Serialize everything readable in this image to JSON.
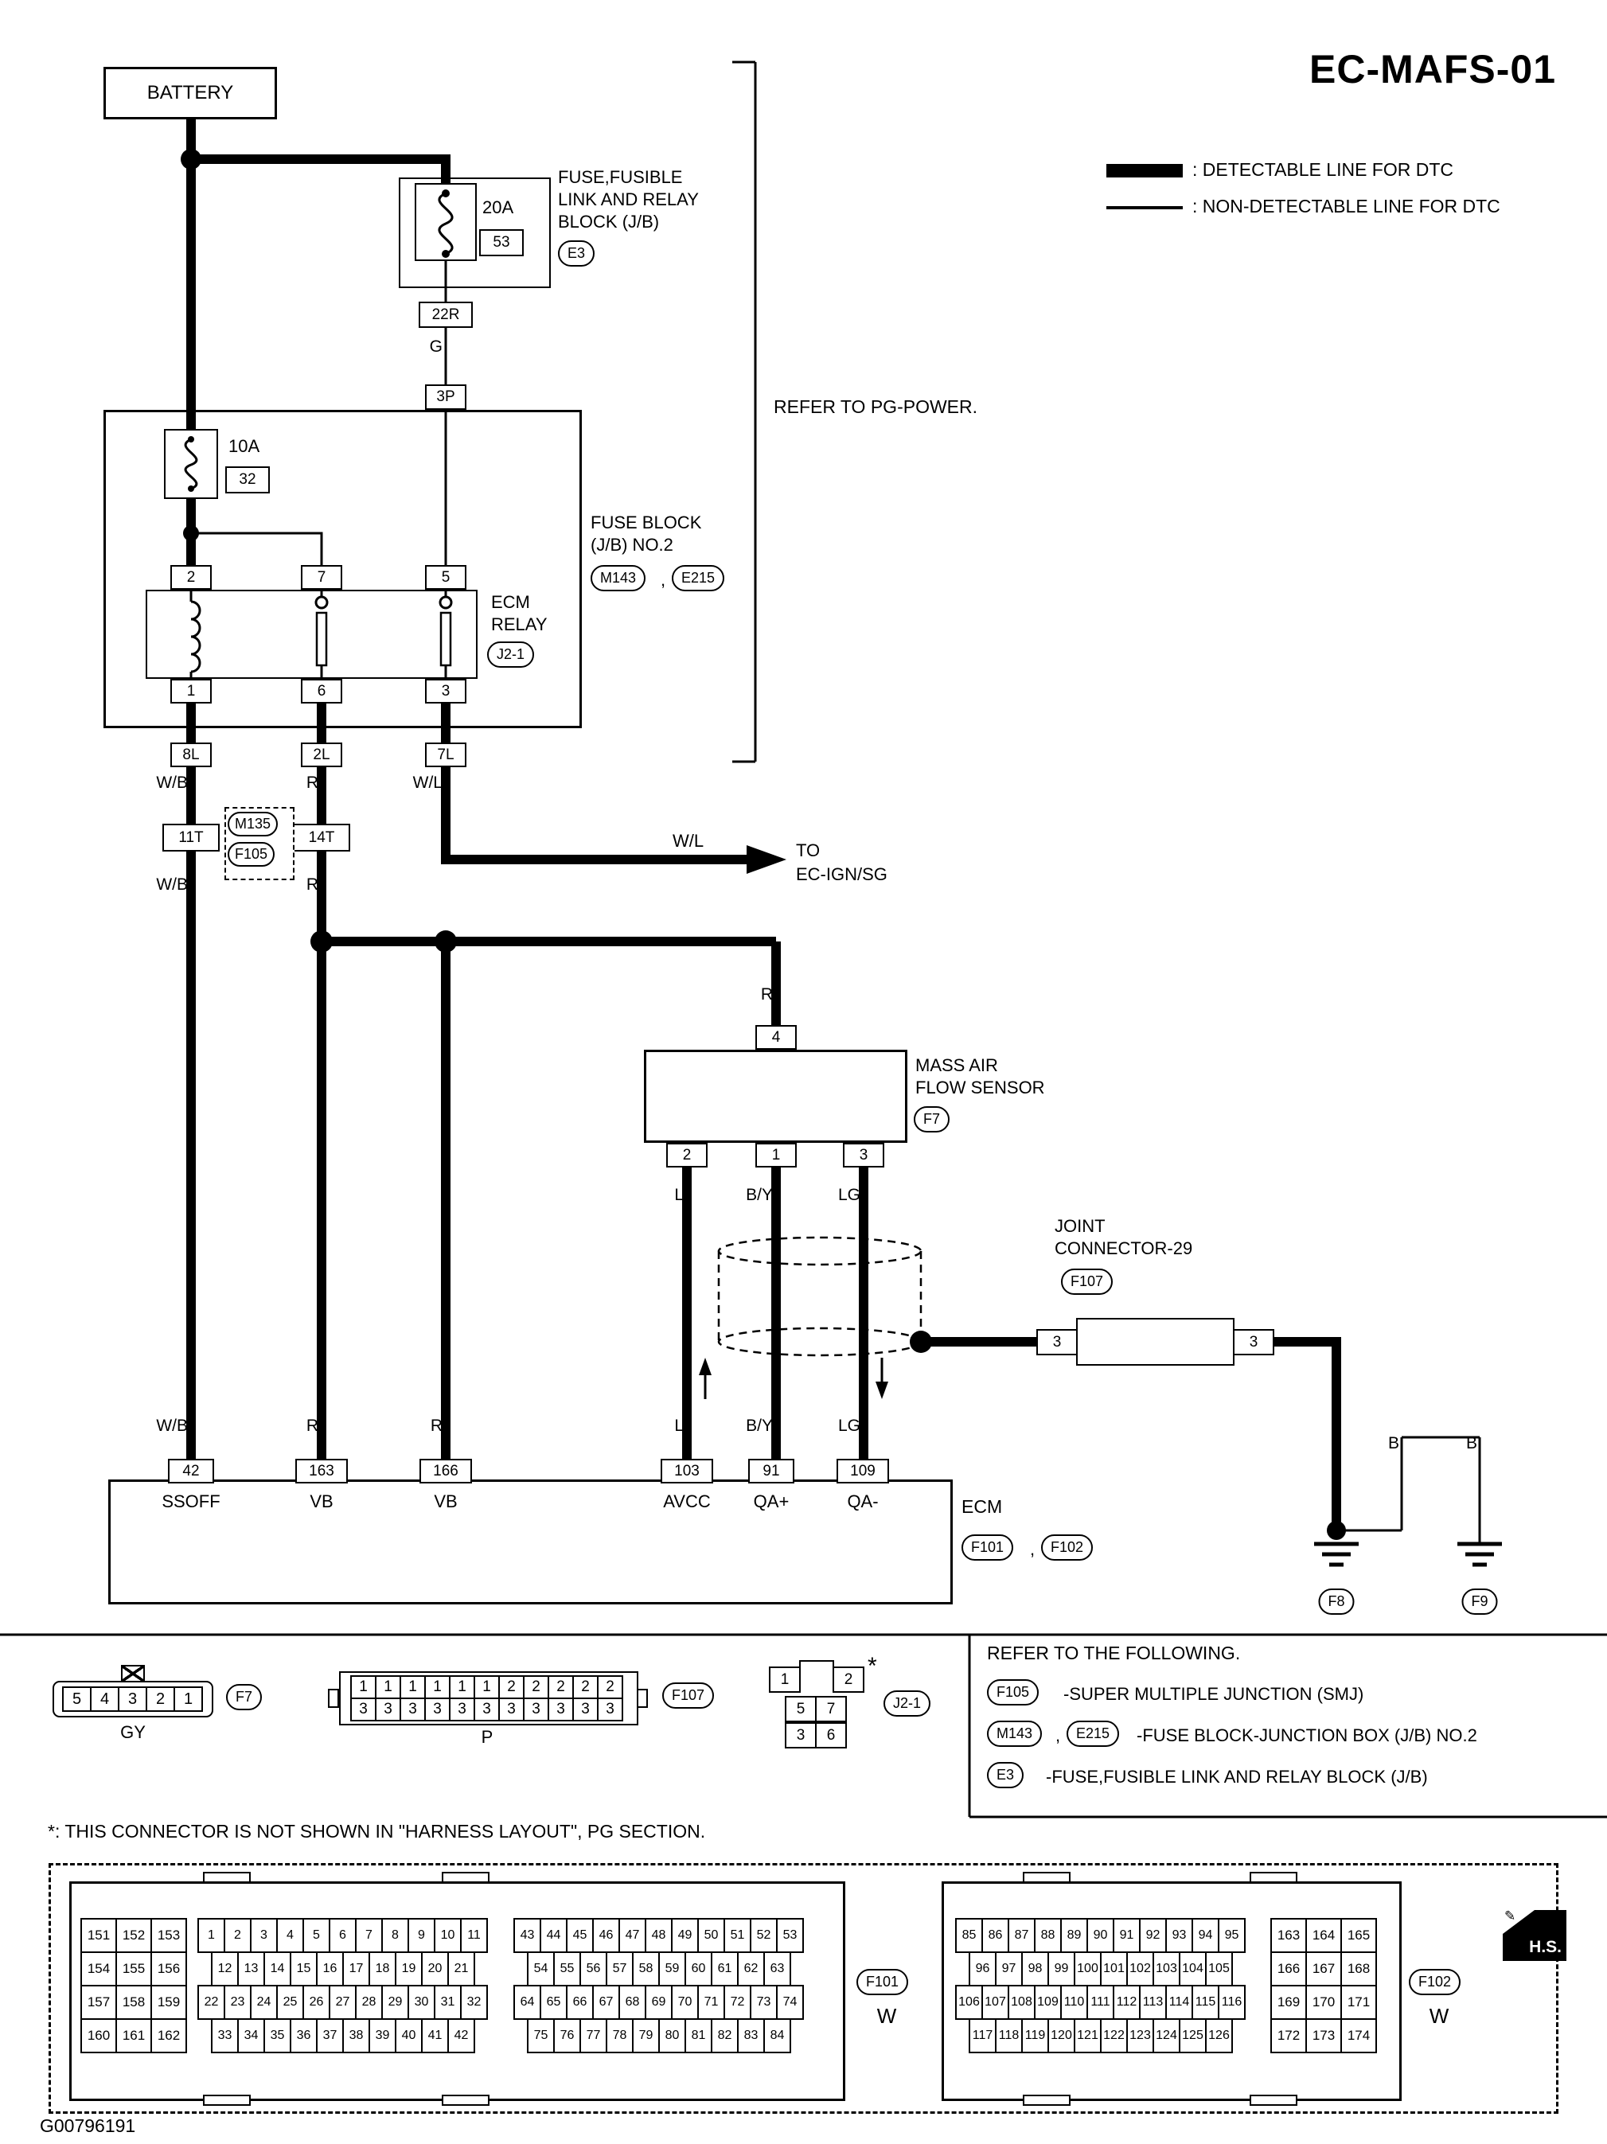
{
  "title": "EC-MAFS-01",
  "doc_id": "G00796191",
  "legend": {
    "detectable": ": DETECTABLE LINE FOR DTC",
    "non_detectable": ": NON-DETECTABLE LINE FOR DTC"
  },
  "notes": {
    "refer_pg": "REFER TO PG-POWER.",
    "asterisk": "*: THIS CONNECTOR IS NOT SHOWN IN \"HARNESS LAYOUT\", PG SECTION."
  },
  "misc": {
    "comma": ","
  },
  "battery": {
    "label": "BATTERY"
  },
  "fusible_link": {
    "amp": "20A",
    "num": "53",
    "block_label_1": "FUSE,FUSIBLE",
    "block_label_2": "LINK AND RELAY",
    "block_label_3": "BLOCK (J/B)",
    "conn": "E3",
    "pin_out": "22R",
    "wire": "G",
    "pin_in": "3P"
  },
  "fuse_block": {
    "label_1": "FUSE BLOCK",
    "label_2": "(J/B) NO.2",
    "conn_1": "M143",
    "conn_2": "E215",
    "fuse_amp": "10A",
    "fuse_num": "32",
    "relay_label_1": "ECM",
    "relay_label_2": "RELAY",
    "relay_conn": "J2-1",
    "relay_pins_top": [
      "2",
      "7",
      "5"
    ],
    "relay_pins_bottom": [
      "1",
      "6",
      "3"
    ],
    "out_pins": [
      "8L",
      "2L",
      "7L"
    ],
    "out_wires": [
      "W/B",
      "R",
      "W/L"
    ]
  },
  "smj": {
    "pin_left": "11T",
    "pin_right": "14T",
    "conn_1": "M135",
    "conn_2": "F105",
    "wire_left": "W/B",
    "wire_right": "R"
  },
  "ign_branch": {
    "wire": "W/L",
    "to_1": "TO",
    "to_2": "EC-IGN/SG"
  },
  "maf": {
    "top_wire": "R",
    "top_pin": "4",
    "label_1": "MASS AIR",
    "label_2": "FLOW SENSOR",
    "conn": "F7",
    "pins": [
      "2",
      "1",
      "3"
    ],
    "wires": [
      "L",
      "B/Y",
      "LG"
    ]
  },
  "joint_connector": {
    "label_1": "JOINT",
    "label_2": "CONNECTOR-29",
    "conn": "F107",
    "pin_left": "3",
    "pin_right": "3"
  },
  "grounds": {
    "wire_left": "B",
    "wire_right": "B",
    "conn_left": "F8",
    "conn_right": "F9"
  },
  "ecm": {
    "label": "ECM",
    "conn_1": "F101",
    "conn_2": "F102",
    "wire_labels": [
      "W/B",
      "R",
      "R",
      "L",
      "B/Y",
      "LG"
    ],
    "pins": [
      "42",
      "163",
      "166",
      "103",
      "91",
      "109"
    ],
    "pin_names": [
      "SSOFF",
      "VB",
      "VB",
      "AVCC",
      "QA+",
      "QA-"
    ]
  },
  "footer_connectors": {
    "f7": {
      "cells": [
        "5",
        "4",
        "3",
        "2",
        "1"
      ],
      "conn": "F7",
      "color": "GY"
    },
    "f107": {
      "row_1": [
        "1",
        "1",
        "1",
        "1",
        "1",
        "1",
        "2",
        "2",
        "2",
        "2",
        "2"
      ],
      "row_2": [
        "3",
        "3",
        "3",
        "3",
        "3",
        "3",
        "3",
        "3",
        "3",
        "3",
        "3"
      ],
      "conn": "F107",
      "color": "P"
    },
    "j21": {
      "grid": [
        [
          "1",
          "2"
        ],
        [
          "5",
          "7"
        ],
        [
          "3",
          "6"
        ]
      ],
      "conn": "J2-1",
      "mark": "*"
    }
  },
  "refer_following": {
    "title": "REFER TO THE FOLLOWING.",
    "item_1": {
      "conn": "F105",
      "text": "-SUPER MULTIPLE JUNCTION (SMJ)"
    },
    "item_2": {
      "conn_a": "M143",
      "conn_b": "E215",
      "text": "-FUSE BLOCK-JUNCTION BOX (J/B) NO.2"
    },
    "item_3": {
      "conn": "E3",
      "text": "-FUSE,FUSIBLE LINK AND RELAY BLOCK (J/B)"
    }
  },
  "ecm_views": {
    "f101": {
      "conn": "F101",
      "color": "W",
      "side_grid": [
        [
          "151",
          "152",
          "153"
        ],
        [
          "154",
          "155",
          "156"
        ],
        [
          "157",
          "158",
          "159"
        ],
        [
          "160",
          "161",
          "162"
        ]
      ],
      "mid_grid": [
        [
          "1",
          "2",
          "3",
          "4",
          "5",
          "6",
          "7",
          "8",
          "9",
          "10",
          "11"
        ],
        [
          "12",
          "13",
          "14",
          "15",
          "16",
          "17",
          "18",
          "19",
          "20",
          "21"
        ],
        [
          "22",
          "23",
          "24",
          "25",
          "26",
          "27",
          "28",
          "29",
          "30",
          "31",
          "32"
        ],
        [
          "33",
          "34",
          "35",
          "36",
          "37",
          "38",
          "39",
          "40",
          "41",
          "42"
        ]
      ],
      "right_grid": [
        [
          "43",
          "44",
          "45",
          "46",
          "47",
          "48",
          "49",
          "50",
          "51",
          "52",
          "53"
        ],
        [
          "54",
          "55",
          "56",
          "57",
          "58",
          "59",
          "60",
          "61",
          "62",
          "63"
        ],
        [
          "64",
          "65",
          "66",
          "67",
          "68",
          "69",
          "70",
          "71",
          "72",
          "73",
          "74"
        ],
        [
          "75",
          "76",
          "77",
          "78",
          "79",
          "80",
          "81",
          "82",
          "83",
          "84"
        ]
      ]
    },
    "f102": {
      "conn": "F102",
      "color": "W",
      "left_grid": [
        [
          "85",
          "86",
          "87",
          "88",
          "89",
          "90",
          "91",
          "92",
          "93",
          "94",
          "95"
        ],
        [
          "96",
          "97",
          "98",
          "99",
          "100",
          "101",
          "102",
          "103",
          "104",
          "105"
        ],
        [
          "106",
          "107",
          "108",
          "109",
          "110",
          "111",
          "112",
          "113",
          "114",
          "115",
          "116"
        ],
        [
          "117",
          "118",
          "119",
          "120",
          "121",
          "122",
          "123",
          "124",
          "125",
          "126"
        ]
      ],
      "right_grid": [
        [
          "163",
          "164",
          "165"
        ],
        [
          "166",
          "167",
          "168"
        ],
        [
          "169",
          "170",
          "171"
        ],
        [
          "172",
          "173",
          "174"
        ]
      ]
    },
    "hs": "H.S."
  }
}
